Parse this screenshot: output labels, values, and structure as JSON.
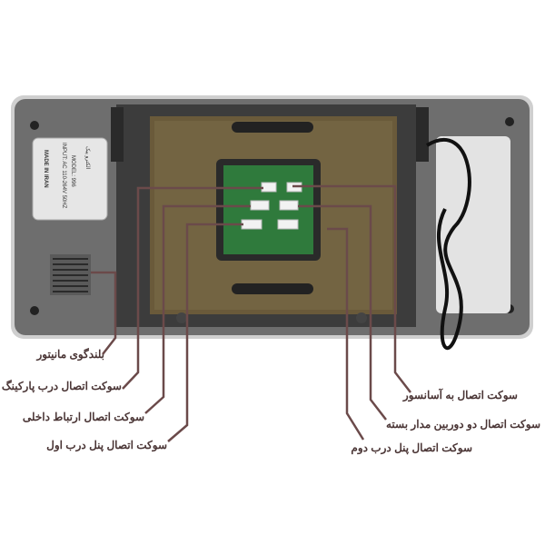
{
  "device": {
    "label": {
      "brand": "الکترو پیک",
      "model": "MODEL: 996",
      "input": "INPUT: AC 110-264V 50HZ",
      "origin": "MADE IN IRAN"
    },
    "colors": {
      "body": "#6e6e6e",
      "plate": "#3c3c3c",
      "bracket": "#6a5a3a",
      "pcb": "#2f7a3c",
      "callout": "#6b4a4a"
    }
  },
  "callouts": {
    "left": [
      {
        "label": "بلندگوی مانیتور"
      },
      {
        "label": "سوکت اتصال درب پارکینگ"
      },
      {
        "label": "سوکت اتصال ارتباط داخلی"
      },
      {
        "label": "سوکت اتصال پنل درب اول"
      }
    ],
    "right": [
      {
        "label": "سوکت اتصال به آسانسور"
      },
      {
        "label": "سوکت اتصال دو دوربین مدار بسته"
      },
      {
        "label": "سوکت اتصال پنل درب دوم"
      }
    ]
  }
}
